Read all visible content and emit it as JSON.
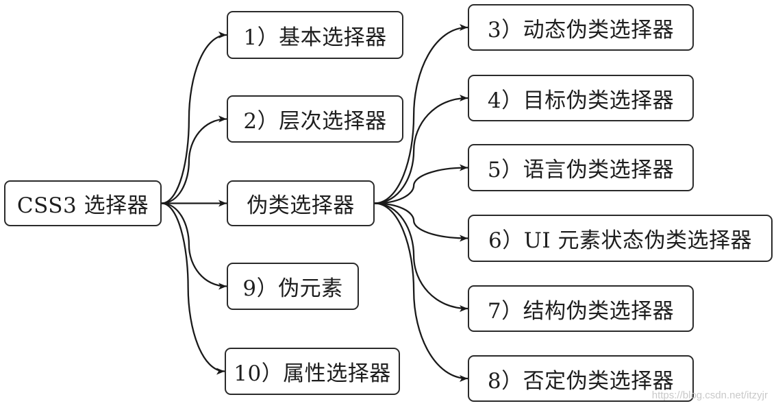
{
  "diagram": {
    "root": "CSS3 选择器",
    "children": [
      {
        "id": "basic",
        "label": "1）基本选择器"
      },
      {
        "id": "hierarchy",
        "label": "2）层次选择器"
      },
      {
        "id": "pseudo",
        "label": "伪类选择器"
      },
      {
        "id": "pseudo_element",
        "label": "9）伪元素"
      },
      {
        "id": "attribute",
        "label": "10）属性选择器"
      }
    ],
    "pseudo_children": [
      {
        "id": "dynamic",
        "label": "3）动态伪类选择器"
      },
      {
        "id": "target",
        "label": "4）目标伪类选择器"
      },
      {
        "id": "language",
        "label": "5）语言伪类选择器"
      },
      {
        "id": "ui_state",
        "label": "6）UI 元素状态伪类选择器"
      },
      {
        "id": "structural",
        "label": "7）结构伪类选择器"
      },
      {
        "id": "negation",
        "label": "8）否定伪类选择器"
      }
    ]
  },
  "watermark": "https://blog.csdn.net/itzyjr"
}
